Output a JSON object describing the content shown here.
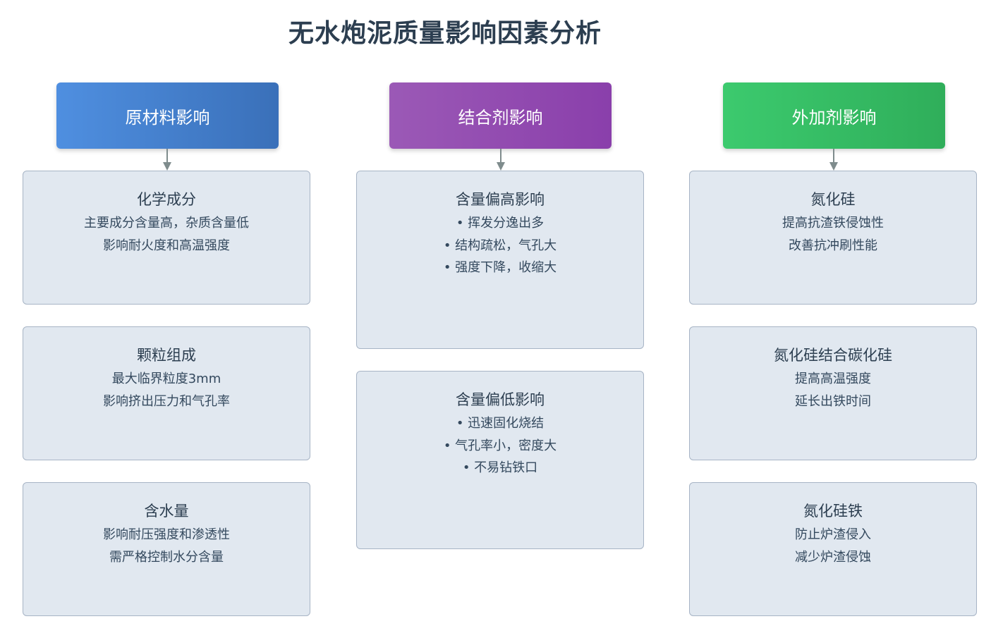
{
  "title": "无水炮泥质量影响因素分析",
  "columns": [
    {
      "header": "原材料影响",
      "boxes": [
        {
          "title": "化学成分",
          "lines": [
            "主要成分含量高，杂质含量低",
            "影响耐火度和高温强度"
          ]
        },
        {
          "title": "颗粒组成",
          "lines": [
            "最大临界粒度3mm",
            "影响挤出压力和气孔率"
          ]
        },
        {
          "title": "含水量",
          "lines": [
            "影响耐压强度和渗透性",
            "需严格控制水分含量"
          ]
        }
      ]
    },
    {
      "header": "结合剂影响",
      "boxes": [
        {
          "title": "含量偏高影响",
          "lines": [
            "• 挥发分逸出多",
            "• 结构疏松，气孔大",
            "• 强度下降，收缩大"
          ]
        },
        {
          "title": "含量偏低影响",
          "lines": [
            "• 迅速固化烧结",
            "• 气孔率小，密度大",
            "• 不易钻铁口"
          ]
        }
      ]
    },
    {
      "header": "外加剂影响",
      "boxes": [
        {
          "title": "氮化硅",
          "lines": [
            "提高抗渣铁侵蚀性",
            "改善抗冲刷性能"
          ]
        },
        {
          "title": "氮化硅结合碳化硅",
          "lines": [
            "提高高温强度",
            "延长出铁时间"
          ]
        },
        {
          "title": "氮化硅铁",
          "lines": [
            "防止炉渣侵入",
            "减少炉渣侵蚀"
          ]
        }
      ]
    }
  ],
  "colors": {
    "blue_header": "#4a86d4",
    "purple_header": "#9446b2",
    "green_header": "#36bd64",
    "box_fill": "#e1e8f0",
    "box_border": "#a7b4c5",
    "connector": "#7f8c8d"
  }
}
